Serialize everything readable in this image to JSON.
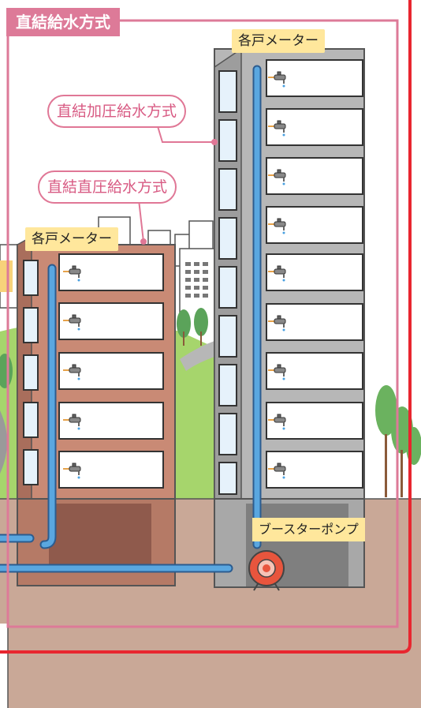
{
  "title": "直結給水方式",
  "labels": {
    "meter_tall": "各戸メーター",
    "meter_short": "各戸メーター",
    "pressurized": "直結加圧給水方式",
    "direct": "直結直圧給水方式",
    "pump": "ブースターポンプ"
  },
  "colors": {
    "frame_pink": "#dd7a98",
    "frame_red": "#e8262f",
    "pipe_blue": "#5aa7e0",
    "brick": "#c98a75",
    "concrete": "#b7b7b7",
    "ground": "#c9a897",
    "meter_label": "#ffe79c",
    "pump_red": "#e8553d"
  },
  "icons": [
    "faucet-icon",
    "booster-pump-icon",
    "tree-icon"
  ]
}
